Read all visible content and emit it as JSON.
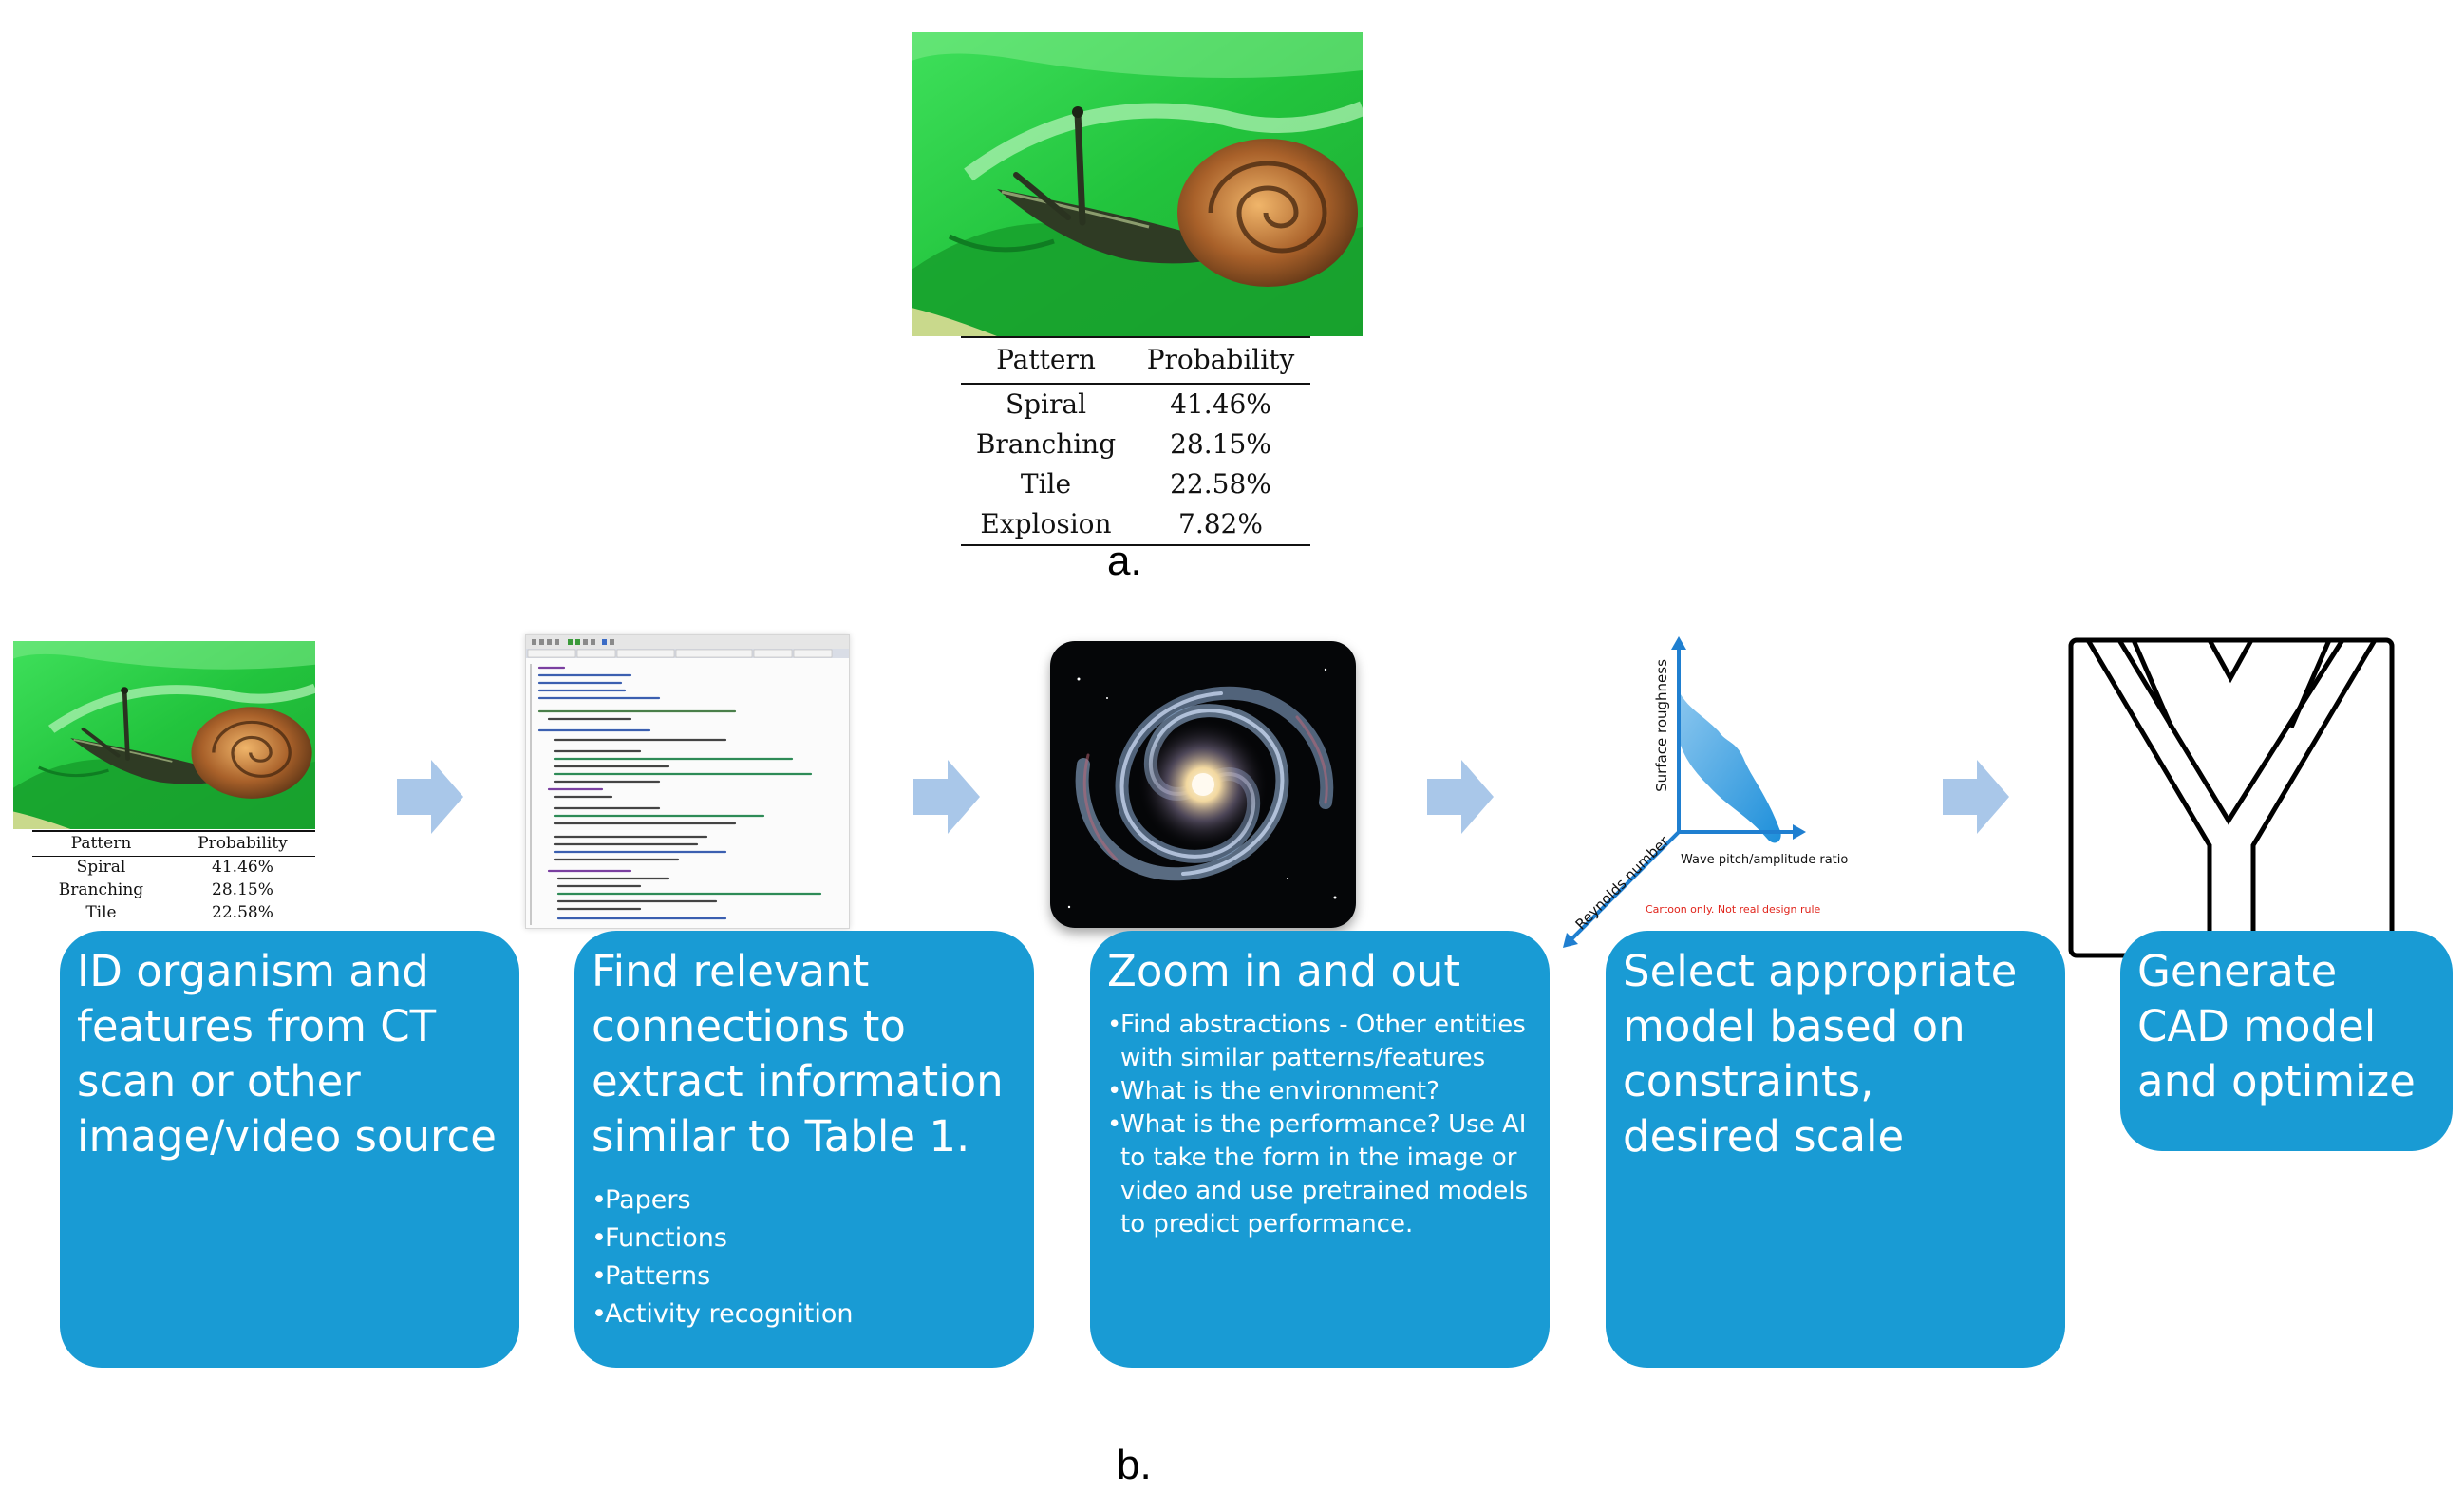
{
  "panel_a": {
    "table": {
      "headers": [
        "Pattern",
        "Probability"
      ],
      "rows": [
        [
          "Spiral",
          "41.46%"
        ],
        [
          "Branching",
          "28.15%"
        ],
        [
          "Tile",
          "22.58%"
        ],
        [
          "Explosion",
          "7.82%"
        ]
      ]
    },
    "caption": "a."
  },
  "panel_b": {
    "caption": "b.",
    "small_table": {
      "headers": [
        "Pattern",
        "Probability"
      ],
      "rows": [
        [
          "Spiral",
          "41.46%"
        ],
        [
          "Branching",
          "28.15%"
        ],
        [
          "Tile",
          "22.58%"
        ]
      ]
    },
    "steps": [
      {
        "title": "ID organism and features from CT scan or other image/video source",
        "bullets": []
      },
      {
        "title": "Find relevant connections to extract information similar to Table 1.",
        "bullets": [
          "Papers",
          "Functions",
          "Patterns",
          "Activity recognition"
        ]
      },
      {
        "title": "Zoom in and out",
        "bullets": [
          "Find abstractions - Other entities with similar patterns/features",
          "What is the environment?",
          "What is the performance? Use AI to take the form in the image or video and use pretrained models to predict performance."
        ]
      },
      {
        "title": "Select appropriate model based on constraints, desired scale",
        "bullets": []
      },
      {
        "title": "Generate CAD model and optimize",
        "bullets": []
      }
    ],
    "design_chart": {
      "x_label": "Wave pitch/amplitude ratio",
      "y_label": "Surface roughness",
      "z_label": "Reynolds number",
      "note": "Cartoon only. Not real design rule",
      "note_color": "#e0241b"
    }
  },
  "colors": {
    "card_blue": "#199bd4",
    "arrow_blue": "#a9c7e9"
  }
}
